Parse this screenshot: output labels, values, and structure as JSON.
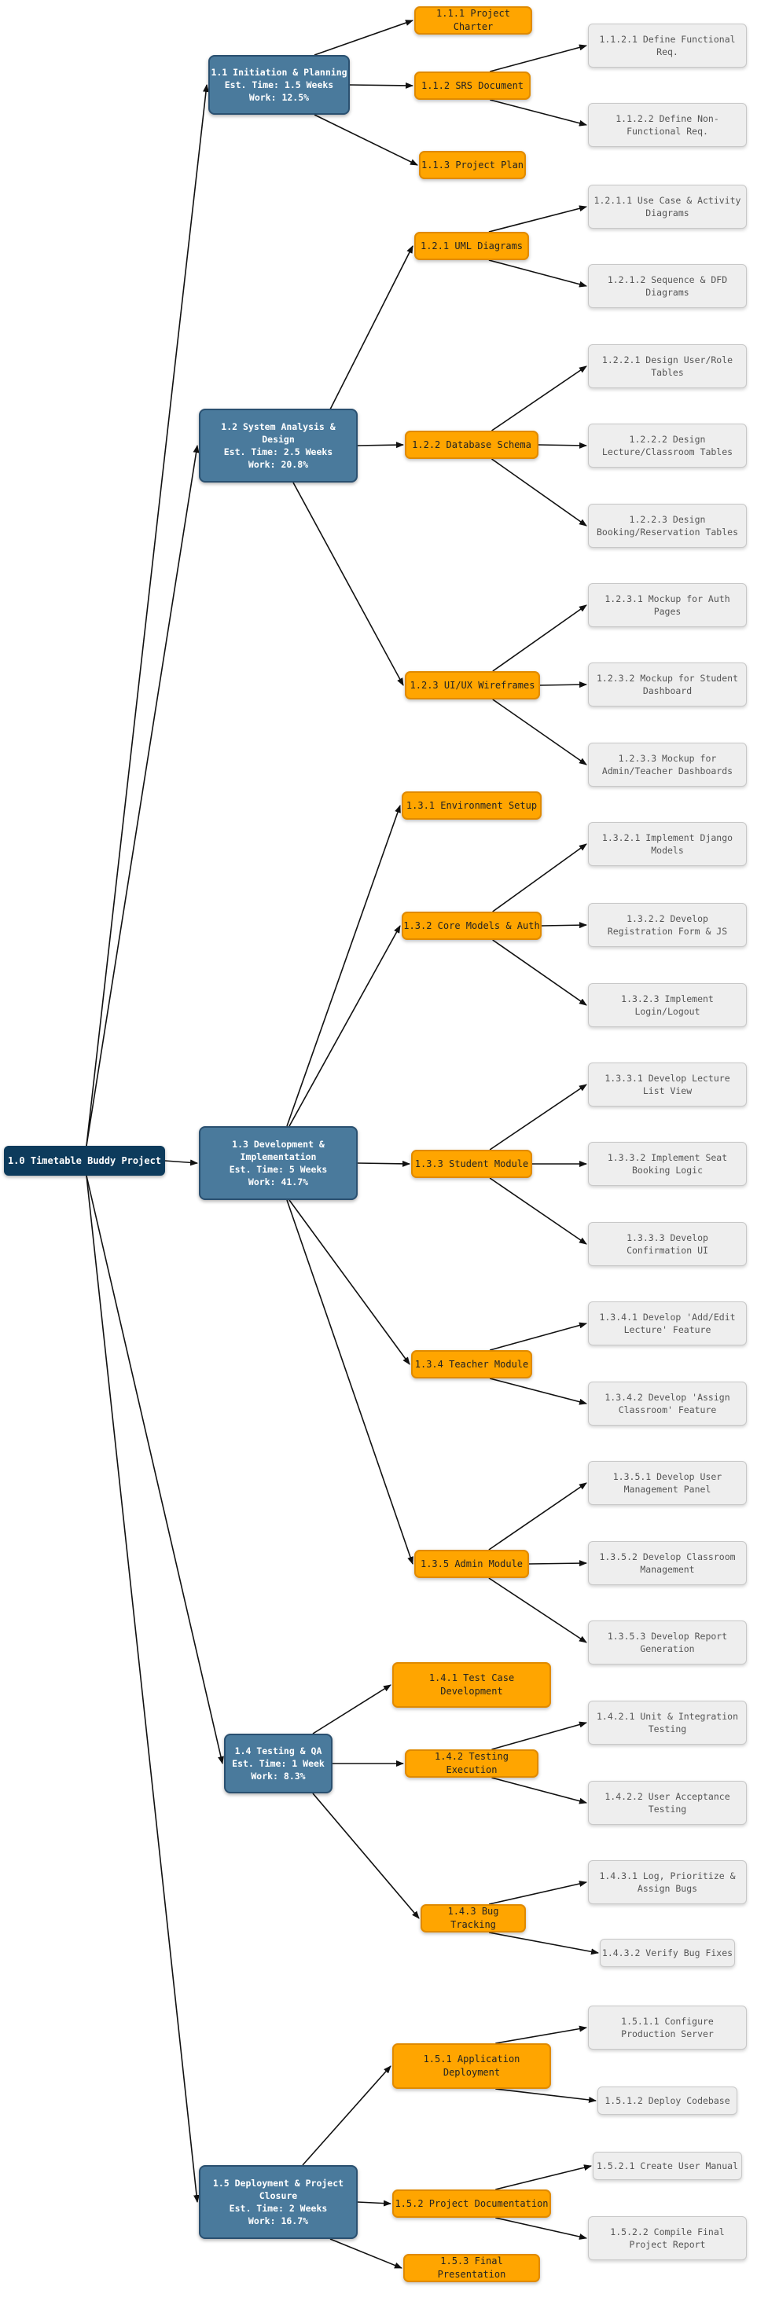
{
  "root": {
    "id": "root",
    "label": "1.0 Timetable Buddy Project"
  },
  "phases": [
    {
      "id": "p1",
      "label": "1.1 Initiation & Planning\nEst. Time: 1.5 Weeks\nWork: 12.5%"
    },
    {
      "id": "p2",
      "label": "1.2 System Analysis &\nDesign\nEst. Time: 2.5 Weeks\nWork: 20.8%"
    },
    {
      "id": "p3",
      "label": "1.3 Development &\nImplementation\nEst. Time: 5 Weeks\nWork: 41.7%"
    },
    {
      "id": "p4",
      "label": "1.4 Testing & QA\nEst. Time: 1 Week\nWork: 8.3%"
    },
    {
      "id": "p5",
      "label": "1.5 Deployment & Project\nClosure\nEst. Time: 2 Weeks\nWork: 16.7%"
    }
  ],
  "tasks": [
    {
      "id": "t111",
      "parent": "p1",
      "label": "1.1.1 Project Charter"
    },
    {
      "id": "t112",
      "parent": "p1",
      "label": "1.1.2 SRS Document"
    },
    {
      "id": "t113",
      "parent": "p1",
      "label": "1.1.3 Project Plan"
    },
    {
      "id": "t121",
      "parent": "p2",
      "label": "1.2.1 UML Diagrams"
    },
    {
      "id": "t122",
      "parent": "p2",
      "label": "1.2.2 Database Schema"
    },
    {
      "id": "t123",
      "parent": "p2",
      "label": "1.2.3 UI/UX Wireframes"
    },
    {
      "id": "t131",
      "parent": "p3",
      "label": "1.3.1 Environment Setup"
    },
    {
      "id": "t132",
      "parent": "p3",
      "label": "1.3.2 Core Models & Auth"
    },
    {
      "id": "t133",
      "parent": "p3",
      "label": "1.3.3 Student Module"
    },
    {
      "id": "t134",
      "parent": "p3",
      "label": "1.3.4 Teacher Module"
    },
    {
      "id": "t135",
      "parent": "p3",
      "label": "1.3.5 Admin Module"
    },
    {
      "id": "t141",
      "parent": "p4",
      "label": "1.4.1 Test Case\nDevelopment"
    },
    {
      "id": "t142",
      "parent": "p4",
      "label": "1.4.2 Testing Execution"
    },
    {
      "id": "t143",
      "parent": "p4",
      "label": "1.4.3 Bug Tracking"
    },
    {
      "id": "t151",
      "parent": "p5",
      "label": "1.5.1 Application\nDeployment"
    },
    {
      "id": "t152",
      "parent": "p5",
      "label": "1.5.2 Project Documentation"
    },
    {
      "id": "t153",
      "parent": "p5",
      "label": "1.5.3 Final Presentation"
    }
  ],
  "subtasks": [
    {
      "id": "s1121",
      "parent": "t112",
      "label": "1.1.2.1 Define Functional\nReq."
    },
    {
      "id": "s1122",
      "parent": "t112",
      "label": "1.1.2.2 Define Non-\nFunctional Req."
    },
    {
      "id": "s1211",
      "parent": "t121",
      "label": "1.2.1.1 Use Case & Activity\nDiagrams"
    },
    {
      "id": "s1212",
      "parent": "t121",
      "label": "1.2.1.2 Sequence & DFD\nDiagrams"
    },
    {
      "id": "s1221",
      "parent": "t122",
      "label": "1.2.2.1 Design User/Role\nTables"
    },
    {
      "id": "s1222",
      "parent": "t122",
      "label": "1.2.2.2 Design\nLecture/Classroom Tables"
    },
    {
      "id": "s1223",
      "parent": "t122",
      "label": "1.2.2.3 Design\nBooking/Reservation Tables"
    },
    {
      "id": "s1231",
      "parent": "t123",
      "label": "1.2.3.1 Mockup for Auth\nPages"
    },
    {
      "id": "s1232",
      "parent": "t123",
      "label": "1.2.3.2 Mockup for Student\nDashboard"
    },
    {
      "id": "s1233",
      "parent": "t123",
      "label": "1.2.3.3 Mockup for\nAdmin/Teacher Dashboards"
    },
    {
      "id": "s1321",
      "parent": "t132",
      "label": "1.3.2.1 Implement Django\nModels"
    },
    {
      "id": "s1322",
      "parent": "t132",
      "label": "1.3.2.2 Develop\nRegistration Form & JS"
    },
    {
      "id": "s1323",
      "parent": "t132",
      "label": "1.3.2.3 Implement\nLogin/Logout"
    },
    {
      "id": "s1331",
      "parent": "t133",
      "label": "1.3.3.1 Develop Lecture\nList View"
    },
    {
      "id": "s1332",
      "parent": "t133",
      "label": "1.3.3.2 Implement Seat\nBooking Logic"
    },
    {
      "id": "s1333",
      "parent": "t133",
      "label": "1.3.3.3 Develop\nConfirmation UI"
    },
    {
      "id": "s1341",
      "parent": "t134",
      "label": "1.3.4.1 Develop 'Add/Edit\nLecture' Feature"
    },
    {
      "id": "s1342",
      "parent": "t134",
      "label": "1.3.4.2 Develop 'Assign\nClassroom' Feature"
    },
    {
      "id": "s1351",
      "parent": "t135",
      "label": "1.3.5.1 Develop User\nManagement Panel"
    },
    {
      "id": "s1352",
      "parent": "t135",
      "label": "1.3.5.2 Develop Classroom\nManagement"
    },
    {
      "id": "s1353",
      "parent": "t135",
      "label": "1.3.5.3 Develop Report\nGeneration"
    },
    {
      "id": "s1421",
      "parent": "t142",
      "label": "1.4.2.1 Unit & Integration\nTesting"
    },
    {
      "id": "s1422",
      "parent": "t142",
      "label": "1.4.2.2 User Acceptance\nTesting"
    },
    {
      "id": "s1431",
      "parent": "t143",
      "label": "1.4.3.1 Log, Prioritize &\nAssign Bugs"
    },
    {
      "id": "s1432",
      "parent": "t143",
      "label": "1.4.3.2 Verify Bug Fixes"
    },
    {
      "id": "s1511",
      "parent": "t151",
      "label": "1.5.1.1 Configure\nProduction Server"
    },
    {
      "id": "s1512",
      "parent": "t151",
      "label": "1.5.1.2 Deploy Codebase"
    },
    {
      "id": "s1521",
      "parent": "t152",
      "label": "1.5.2.1 Create User Manual"
    },
    {
      "id": "s1522",
      "parent": "t152",
      "label": "1.5.2.2 Compile Final\nProject Report"
    }
  ],
  "colors": {
    "root": "#0d3b5c",
    "phase": "#4a7a9c",
    "task": "#ffa500",
    "subtask": "#eeeeee",
    "edge": "#111111"
  }
}
